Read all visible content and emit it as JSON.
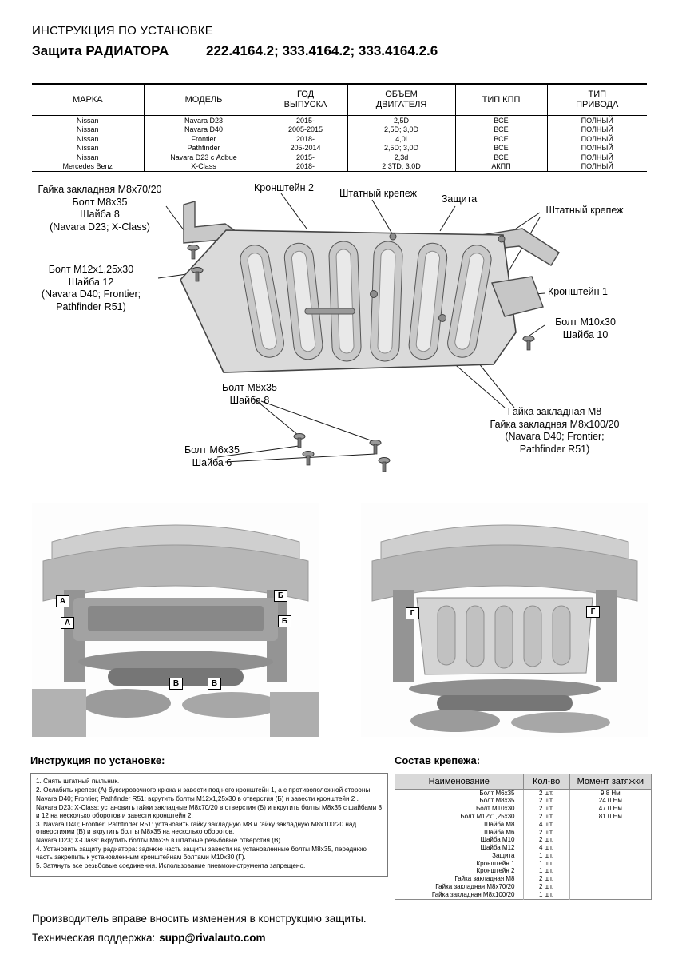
{
  "page": {
    "title": "ИНСТРУКЦИЯ ПО УСТАНОВКЕ",
    "product": "Защита РАДИАТОРА",
    "part_numbers": "222.4164.2; 333.4164.2; 333.4164.2.6"
  },
  "vehicle_table": {
    "headers": [
      "МАРКА",
      "МОДЕЛЬ",
      "ГОД\nВЫПУСКА",
      "ОБЪЕМ\nДВИГАТЕЛЯ",
      "ТИП КПП",
      "ТИП\nПРИВОДА"
    ],
    "rows": [
      [
        "Nissan",
        "Navara D23",
        "2015-",
        "2,5D",
        "ВСЕ",
        "ПОЛНЫЙ"
      ],
      [
        "Nissan",
        "Navara D40",
        "2005-2015",
        "2,5D; 3,0D",
        "ВСЕ",
        "ПОЛНЫЙ"
      ],
      [
        "Nissan",
        "Frontier",
        "2018-",
        "4,0i",
        "ВСЕ",
        "ПОЛНЫЙ"
      ],
      [
        "Nissan",
        "Pathfinder",
        "205-2014",
        "2,5D; 3,0D",
        "ВСЕ",
        "ПОЛНЫЙ"
      ],
      [
        "Nissan",
        "Navara D23 с Adbue",
        "2015-",
        "2,3d",
        "ВСЕ",
        "ПОЛНЫЙ"
      ],
      [
        "Mercedes Benz",
        "X-Class",
        "2018-",
        "2,3TD, 3,0D",
        "АКПП",
        "ПОЛНЫЙ"
      ]
    ]
  },
  "diagram": {
    "callouts": {
      "nut_m8x70": "Гайка закладная М8х70/20\nБолт М8х35\nШайба 8\n(Navara D23; X-Class)",
      "bracket2": "Кронштейн 2",
      "stock_fastener_left": "Штатный крепеж",
      "shield": "Защита",
      "stock_fastener_right": "Штатный крепеж",
      "bolt_m12": "Болт М12х1,25х30\nШайба 12\n(Navara D40; Frontier;\nPathfinder R51)",
      "bracket1": "Кронштейн 1",
      "bolt_m10": "Болт М10х30\nШайба 10",
      "bolt_m8": "Болт М8х35\nШайба 8",
      "bolt_m6": "Болт М6х35\nШайба 6",
      "nut_m8": "Гайка закладная М8\nГайка закладная М8х100/20\n(Navara D40; Frontier;\nPathfinder R51)"
    }
  },
  "photos": {
    "left_markers": [
      "А",
      "А",
      "Б",
      "Б",
      "В",
      "В"
    ],
    "right_markers": [
      "Г",
      "Г"
    ]
  },
  "instructions": {
    "title": "Инструкция по установке:",
    "steps": [
      "1. Снять штатный пыльник.",
      "2. Ослабить крепеж (А) буксировочного крюка и завести под него кронштейн 1, а с противоположной стороны:",
      "Navara D40; Frontier; Pathfinder R51: вкрутить болты М12х1,25х30 в отверстия (Б) и завести кронштейн 2 .",
      "Navara D23; X-Class: установить гайки закладные М8х70/20 в отверстия (Б) и вкрутить болты М8х35 с шайбами 8 и 12 на несколько оборотов и завести кронштейн 2.",
      "3.  Navara D40; Frontier; Pathfinder R51: установить гайку закладную М8 и гайку закладную М8х100/20 над отверстиями (В) и вкрутить болты М8х35 на несколько оборотов.",
      "Navara D23; X-Class: вкрутить болты М6х35 в штатные резьбовые отверстия (В).",
      "4. Установить защиту радиатора: заднюю часть защиты завести на установленные болты М8х35, переднюю часть закрепить к установленным кронштейнам болтами М10х30 (Г).",
      "5. Затянуть все резьбовые соединения. Использование пневмоинструмента запрещено."
    ]
  },
  "hardware": {
    "title": "Состав крепежа:",
    "headers": [
      "Наименование",
      "Кол-во",
      "Момент затяжки"
    ],
    "rows": [
      [
        "Болт М6х35",
        "2 шт.",
        "9.8 Нм"
      ],
      [
        "Болт М8х35",
        "2 шт.",
        "24.0 Нм"
      ],
      [
        "Болт М10х30",
        "2 шт.",
        "47.0 Нм"
      ],
      [
        "Болт М12х1,25х30",
        "2 шт.",
        "81.0 Нм"
      ],
      [
        "Шайба М8",
        "4 шт.",
        ""
      ],
      [
        "Шайба М6",
        "2 шт.",
        ""
      ],
      [
        "Шайба М10",
        "2 шт.",
        ""
      ],
      [
        "Шайба М12",
        "4 шт.",
        ""
      ],
      [
        "Защита",
        "1 шт.",
        ""
      ],
      [
        "Кронштейн 1",
        "1 шт.",
        ""
      ],
      [
        "Кронштейн 2",
        "1 шт.",
        ""
      ],
      [
        "Гайка закладная М8",
        "2 шт.",
        ""
      ],
      [
        "Гайка закладная М8х70/20",
        "2 шт.",
        ""
      ],
      [
        "Гайка закладная М8х100/20",
        "1 шт.",
        ""
      ]
    ]
  },
  "footer": {
    "line1": "Производитель вправе вносить изменения в конструкцию защиты.",
    "line2_label": "Техническая поддержка:",
    "line2_email": "supp@rivalauto.com"
  }
}
